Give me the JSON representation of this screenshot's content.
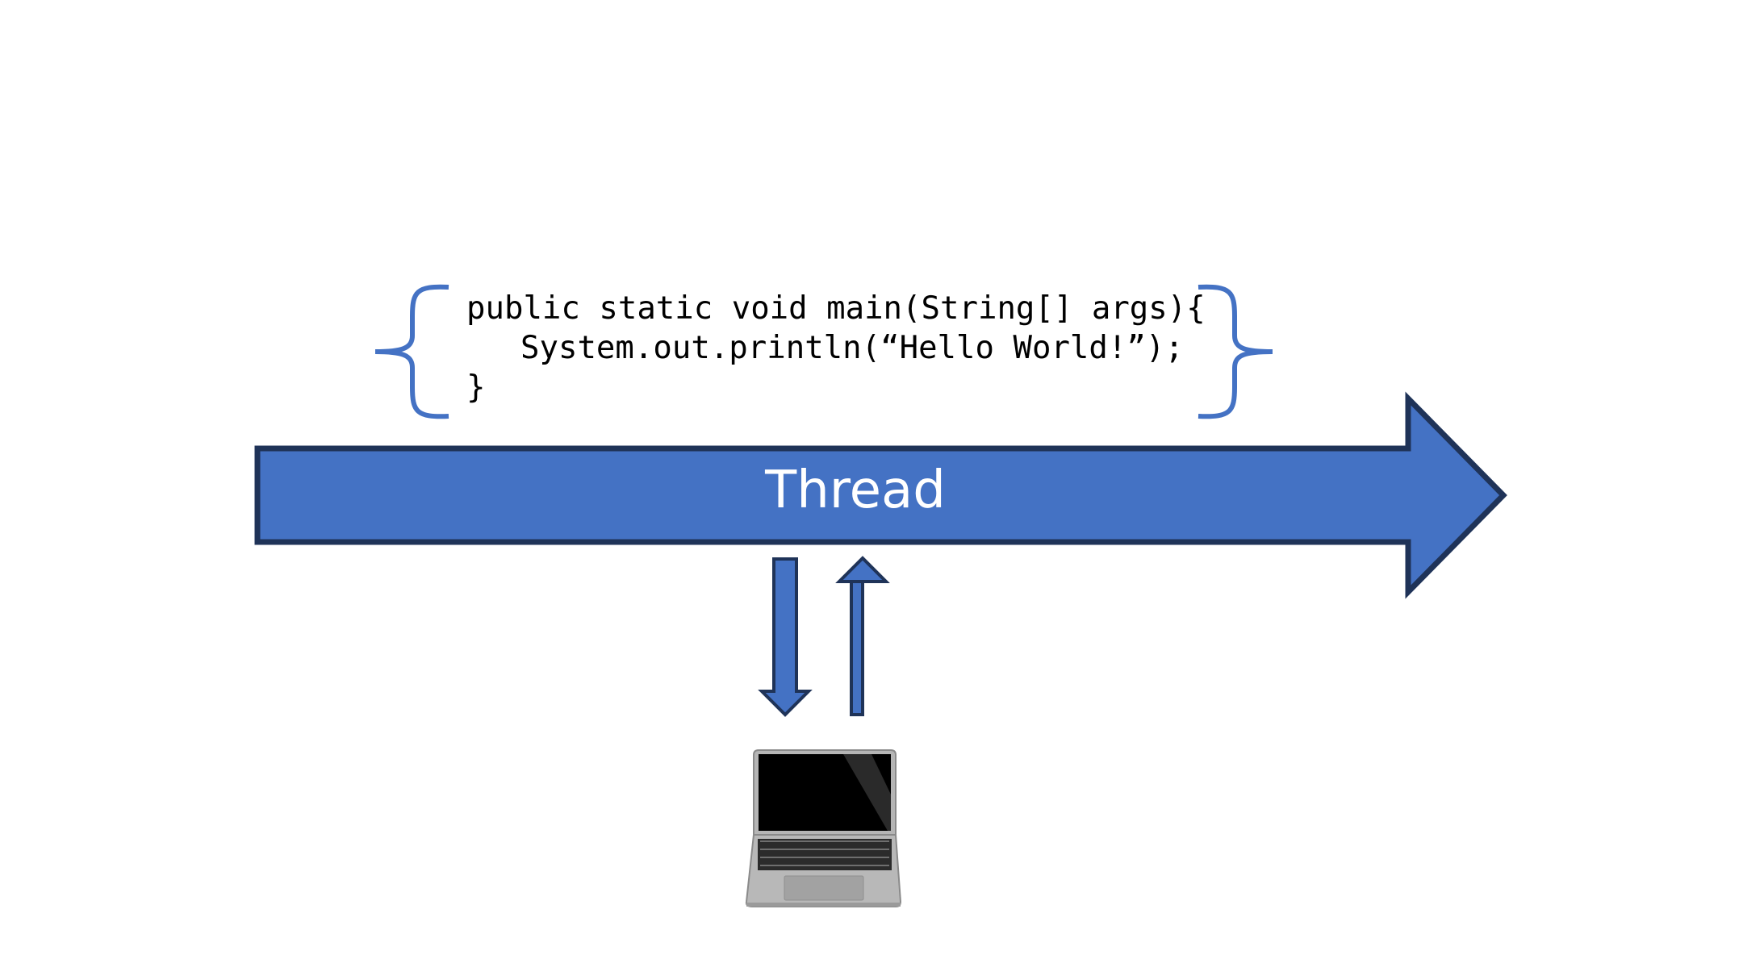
{
  "code": {
    "lines": [
      "public static void main(String[] args){",
      "System.out.println(“Hello World!”);",
      "}"
    ]
  },
  "thread": {
    "label": "Thread"
  },
  "colors": {
    "arrow_fill": "#4472C4",
    "arrow_stroke": "#1F3358",
    "brace": "#4472C4",
    "laptop_body": "#B5B5B5",
    "laptop_screen": "#000000"
  },
  "icons": {
    "left_brace": "left-curly-brace-icon",
    "right_brace": "right-curly-brace-icon",
    "down_arrow": "down-arrow-icon",
    "up_arrow": "up-arrow-icon",
    "device": "laptop-icon"
  }
}
